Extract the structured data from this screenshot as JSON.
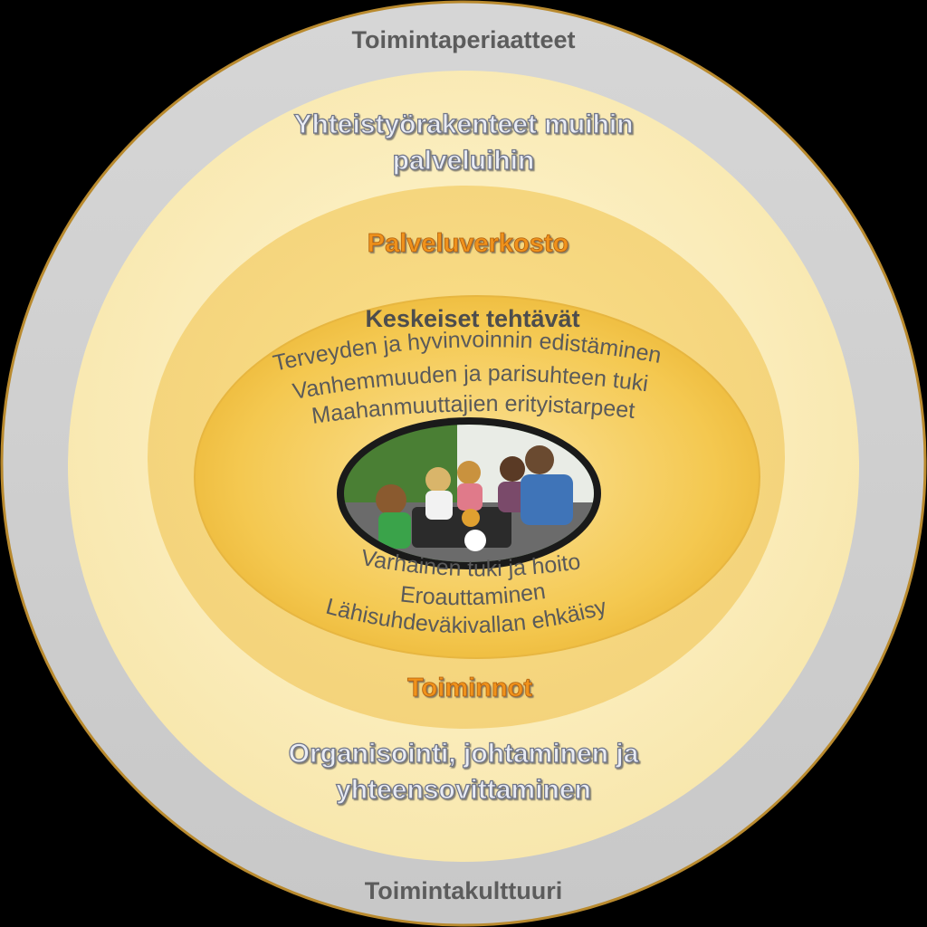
{
  "outer_ring": {
    "top_label": "Toimintaperiaatteet",
    "bottom_label": "Toimintakulttuuri"
  },
  "cooperation": {
    "line1": "Yhteistyörakenteet muihin",
    "line2": "palveluihin"
  },
  "organisation": {
    "line1": "Organisointi, johtaminen ja",
    "line2": "yhteensovittaminen"
  },
  "service_network": {
    "label": "Palveluverkosto"
  },
  "functions": {
    "label": "Toiminnot"
  },
  "core_tasks": {
    "heading": "Keskeiset tehtävät",
    "top_items": [
      "Terveyden ja hyvinvoinnin edistäminen",
      "Vanhemmuuden ja parisuhteen tuki",
      "Maahanmuuttajien erityistarpeet"
    ],
    "bottom_items": [
      "Varhainen tuki ja hoito",
      "Eroauttaminen",
      "Lähisuhdeväkivallan ehkäisy"
    ]
  },
  "colors": {
    "outer_ring": "#cfcfcf",
    "cream_disc": "#fcf2c8",
    "accent_orange": "#f0921a",
    "core_yellow": "#f2c24a",
    "label_gray": "#5c5c5c"
  }
}
